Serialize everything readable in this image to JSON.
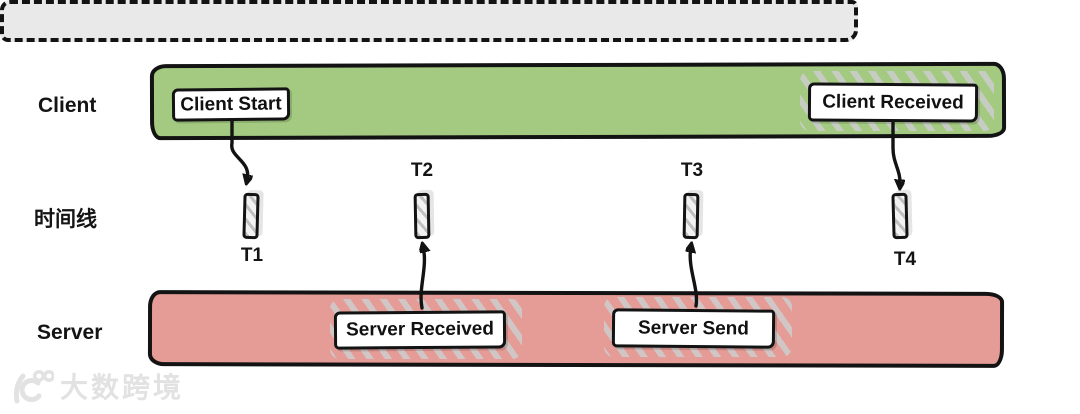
{
  "diagram": {
    "type": "timeline-sync-diagram",
    "lanes": {
      "client": {
        "label": "Client",
        "color": "#a3ca80"
      },
      "timeline": {
        "label": "时间线",
        "color": "#e9e9e9"
      },
      "server": {
        "label": "Server",
        "color": "#e59c97"
      }
    },
    "nodes": {
      "client_start": "Client Start",
      "client_received": "Client Received",
      "server_received": "Server Received",
      "server_send": "Server Send"
    },
    "ticks": [
      "T1",
      "T2",
      "T3",
      "T4"
    ],
    "arrows": [
      {
        "from": "client_start",
        "to": "T1",
        "direction": "down"
      },
      {
        "from": "server_received",
        "to": "T2",
        "direction": "up"
      },
      {
        "from": "server_send",
        "to": "T3",
        "direction": "up"
      },
      {
        "from": "client_received",
        "to": "T4",
        "direction": "down"
      }
    ],
    "colors": {
      "stroke": "#111111",
      "node_fill": "#ffffff",
      "hatch": "#cdcdcd"
    }
  },
  "watermark": {
    "text": "大数跨境"
  }
}
